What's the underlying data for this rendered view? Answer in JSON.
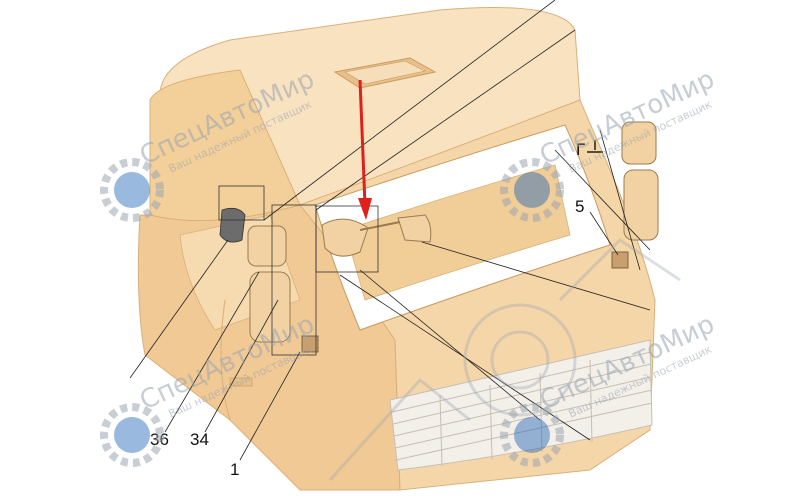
{
  "callouts": {
    "c36": "36",
    "c34": "34",
    "c1": "1",
    "c5": "5",
    "cG": "Г"
  },
  "watermark": {
    "brand": "СпецАвтоМир",
    "tagline": "Ваш надежный поставщик"
  },
  "colors": {
    "cab_body": "#f5d6a8",
    "cab_shadow": "#e8c08a",
    "cab_roof": "#f9e2bf",
    "arrow": "#e0201c",
    "grille": "#f3efe9",
    "mirror": "#f2d2a3",
    "watermark_gear": "#9aa5b1",
    "watermark_blue": "#1f63b6"
  }
}
